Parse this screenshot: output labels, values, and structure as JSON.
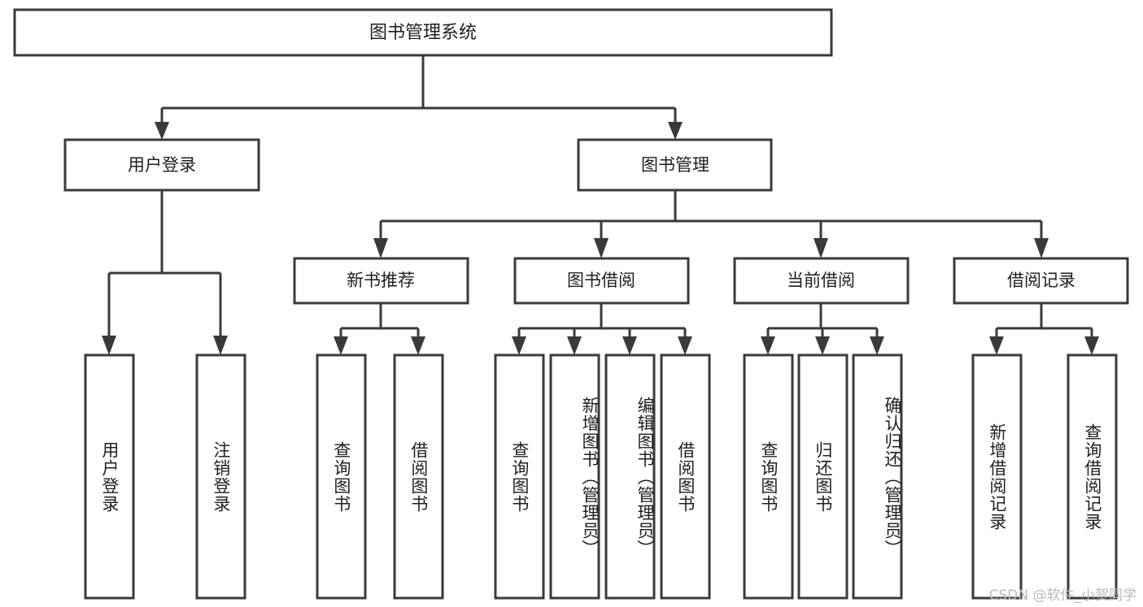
{
  "diagram": {
    "type": "tree-hierarchy",
    "title": "图书管理系统",
    "orientation": "top-down",
    "colors": {
      "stroke": "#3a3a3a",
      "fill": "#ffffff",
      "text": "#1f1f1f",
      "watermark": "#b9b9b9",
      "background": "#ffffff"
    },
    "root": {
      "label": "图书管理系统"
    },
    "level2": [
      {
        "label": "用户登录"
      },
      {
        "label": "图书管理"
      }
    ],
    "level3": [
      {
        "label": "新书推荐"
      },
      {
        "label": "图书借阅"
      },
      {
        "label": "当前借阅"
      },
      {
        "label": "借阅记录"
      }
    ],
    "leaves": {
      "user_login": [
        {
          "label": "用户登录"
        },
        {
          "label": "注销登录"
        }
      ],
      "new_book_recommend": [
        {
          "label": "查询图书"
        },
        {
          "label": "借阅图书"
        }
      ],
      "book_borrow": [
        {
          "label": "查询图书"
        },
        {
          "label": "新增图书（管理员）"
        },
        {
          "label": "编辑图书（管理员）"
        },
        {
          "label": "借阅图书"
        }
      ],
      "current_borrow": [
        {
          "label": "查询图书"
        },
        {
          "label": "归还图书"
        },
        {
          "label": "确认归还（管理员）"
        }
      ],
      "borrow_record": [
        {
          "label": "新增借阅记录"
        },
        {
          "label": "查询借阅记录"
        }
      ]
    }
  },
  "watermark": {
    "text": "CSDN @软件_小贺同学"
  }
}
